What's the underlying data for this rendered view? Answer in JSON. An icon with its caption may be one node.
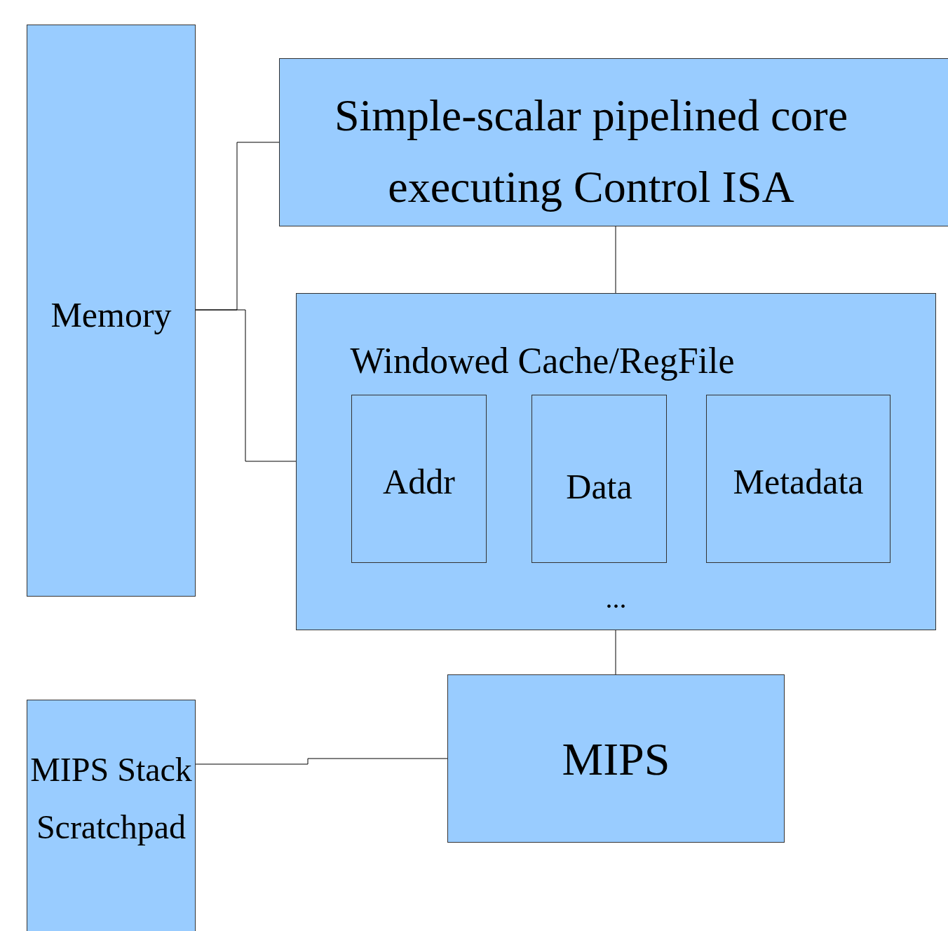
{
  "diagram": {
    "nodes": [
      {
        "text": [
          "Memory"
        ]
      },
      {
        "text": [
          "Simple-scalar pipelined core executing Control ISA"
        ]
      },
      {
        "text": [
          "Windowed Cache/RegFile",
          "..."
        ]
      },
      {
        "text": [
          "Addr"
        ],
        "in": 2
      },
      {
        "text": [
          "Data"
        ],
        "in": 2
      },
      {
        "text": [
          "Metadata"
        ],
        "in": 2
      },
      {
        "text": [
          "MIPS Stack Scratchpad"
        ]
      },
      {
        "text": [
          "MIPS"
        ]
      }
    ],
    "edges": [
      {
        "from": 0,
        "to": 1,
        "arrow": "none"
      },
      {
        "from": 0,
        "to": 2,
        "arrow": "none"
      },
      {
        "from": 1,
        "to": 2,
        "arrow": "none"
      },
      {
        "from": 2,
        "to": 7,
        "arrow": "none"
      },
      {
        "from": 6,
        "to": 7,
        "arrow": "none"
      }
    ]
  }
}
